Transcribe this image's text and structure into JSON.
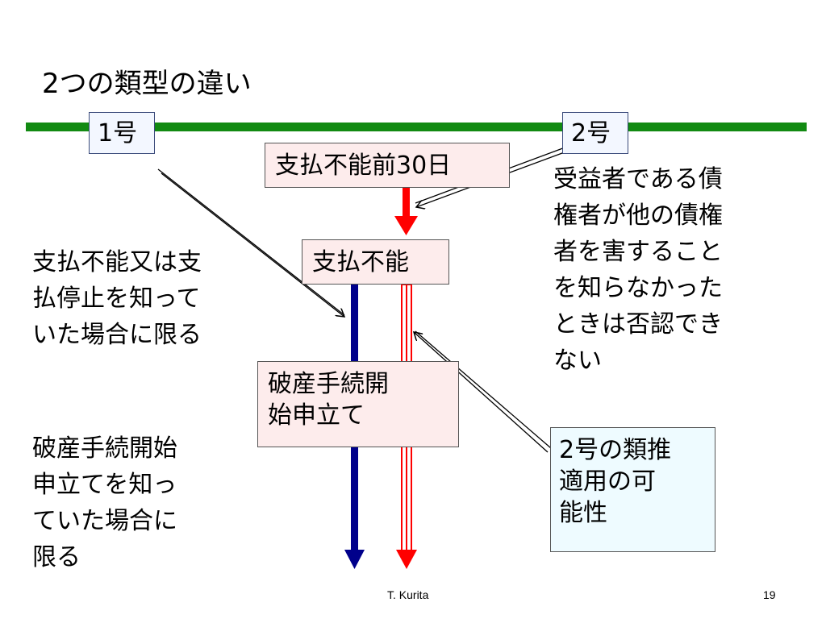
{
  "title": "2つの類型の違い",
  "labels": {
    "no1": "1号",
    "no2": "2号"
  },
  "boxes": {
    "before_30_days": "支払不能前30日",
    "insolvency": "支払不能",
    "petition": "破産手続開\n始申立て",
    "analogy": "2号の類推\n適用の可\n能性"
  },
  "notes": {
    "knowledge_insolvency": "支払不能又は支\n払停止を知って\nいた場合に限る",
    "knowledge_petition": "破産手続開始\n申立てを知っ\nていた場合に\n限る",
    "beneficiary": "受益者である債\n権者が他の債権\n者を害すること\nを知らなかった\nときは否認でき\nない"
  },
  "footer": {
    "author": "T. Kurita",
    "page": "19"
  },
  "colors": {
    "timeline": "#128a12",
    "arrow_red": "#ff0000",
    "arrow_blue": "#00008b"
  }
}
